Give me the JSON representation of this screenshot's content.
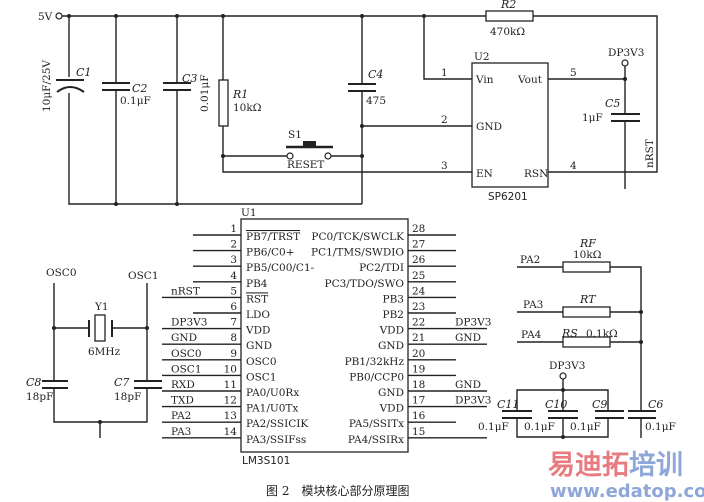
{
  "power": {
    "vin": "5V",
    "dp3v3": "DP3V3",
    "gnd": "GND",
    "nrst": "nRST"
  },
  "c1": {
    "name": "C1",
    "value": "10μF/25V"
  },
  "c2": {
    "name": "C2",
    "value": "0.1μF"
  },
  "c3": {
    "name": "C3",
    "value": "0.01μF"
  },
  "r1": {
    "name": "R1",
    "value": "10kΩ"
  },
  "c4": {
    "name": "C4",
    "value": "475"
  },
  "r2": {
    "name": "R2",
    "value": "470kΩ"
  },
  "s1": {
    "name": "S1",
    "label": "RESET"
  },
  "c5": {
    "name": "C5",
    "value": "1μF"
  },
  "u2": {
    "ref": "U2",
    "part": "SP6201",
    "pins": [
      {
        "num": "1",
        "label": "Vin"
      },
      {
        "num": "2",
        "label": "GND"
      },
      {
        "num": "3",
        "label": "EN"
      },
      {
        "num": "5",
        "label": "Vout"
      },
      {
        "num": "4",
        "label": "RSN"
      }
    ]
  },
  "u1": {
    "ref": "U1",
    "part": "LM3S101",
    "left_pins": [
      {
        "num": "1",
        "label": "PB7/TRST",
        "net": ""
      },
      {
        "num": "2",
        "label": "PB6/C0+",
        "net": ""
      },
      {
        "num": "3",
        "label": "PB5/C00/C1-",
        "net": ""
      },
      {
        "num": "4",
        "label": "PB4",
        "net": ""
      },
      {
        "num": "5",
        "label": "RST",
        "net": "nRST"
      },
      {
        "num": "6",
        "label": "LDO",
        "net": ""
      },
      {
        "num": "7",
        "label": "VDD",
        "net": "DP3V3"
      },
      {
        "num": "8",
        "label": "GND",
        "net": "GND"
      },
      {
        "num": "9",
        "label": "OSC0",
        "net": "OSC0"
      },
      {
        "num": "10",
        "label": "OSC1",
        "net": "OSC1"
      },
      {
        "num": "11",
        "label": "PA0/U0Rx",
        "net": "RXD"
      },
      {
        "num": "12",
        "label": "PA1/U0Tx",
        "net": "TXD"
      },
      {
        "num": "13",
        "label": "PA2/SSICIK",
        "net": "PA2"
      },
      {
        "num": "14",
        "label": "PA3/SSIFss",
        "net": "PA3"
      }
    ],
    "right_pins": [
      {
        "num": "28",
        "label": "PC0/TCK/SWCLK",
        "net": ""
      },
      {
        "num": "27",
        "label": "PC1/TMS/SWDIO",
        "net": ""
      },
      {
        "num": "26",
        "label": "PC2/TDI",
        "net": ""
      },
      {
        "num": "25",
        "label": "PC3/TDO/SWO",
        "net": ""
      },
      {
        "num": "24",
        "label": "PB3",
        "net": ""
      },
      {
        "num": "23",
        "label": "PB2",
        "net": ""
      },
      {
        "num": "22",
        "label": "VDD",
        "net": "DP3V3"
      },
      {
        "num": "21",
        "label": "GND",
        "net": "GND"
      },
      {
        "num": "20",
        "label": "PB1/32kHz",
        "net": ""
      },
      {
        "num": "19",
        "label": "PB0/CCP0",
        "net": ""
      },
      {
        "num": "18",
        "label": "GND",
        "net": "GND"
      },
      {
        "num": "17",
        "label": "VDD",
        "net": "DP3V3"
      },
      {
        "num": "16",
        "label": "PA5/SSITx",
        "net": ""
      },
      {
        "num": "15",
        "label": "PA4/SSIRx",
        "net": ""
      }
    ]
  },
  "crystal": {
    "osc0": "OSC0",
    "osc1": "OSC1",
    "name": "Y1",
    "freq": "6MHz",
    "c8": {
      "name": "C8",
      "value": "18pF"
    },
    "c7": {
      "name": "C7",
      "value": "18pF"
    }
  },
  "sensor": {
    "pa2": "PA2",
    "pa3": "PA3",
    "pa4": "PA4",
    "rf": {
      "name": "RF",
      "value": "10kΩ"
    },
    "rt": {
      "name": "RT"
    },
    "rs": {
      "name": "RS",
      "value": "0.1kΩ"
    },
    "c11": {
      "name": "C11",
      "value": "0.1μF"
    },
    "c10": {
      "name": "C10",
      "value": "0.1μF"
    },
    "c9": {
      "name": "C9",
      "value": "0.1μF"
    },
    "c6": {
      "name": "C6",
      "value": "0.1μF"
    }
  },
  "caption": "图 2　模块核心部分原理图",
  "watermark": {
    "cn_red": "易迪拓",
    "cn_blue": "培训",
    "url": "www.edatop.com"
  }
}
